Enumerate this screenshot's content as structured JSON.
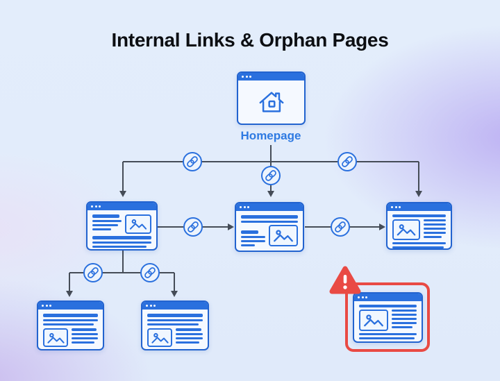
{
  "title": "Internal Links & Orphan Pages",
  "homepage": {
    "label": "Homepage"
  },
  "colors": {
    "primary_blue": "#2a70de",
    "border_blue": "#2263cf",
    "label_blue": "#2e7ae2",
    "connector_gray": "#454c57",
    "alert_red": "#e94a44",
    "background_blue": "#e3edfb",
    "background_purple": "#a68cee",
    "title_text": "#0c0e12"
  },
  "icons": {
    "home": "home-icon",
    "link": "link-icon",
    "warning": "warning-icon",
    "image_placeholder": "image-placeholder-icon",
    "window_dots": "window-dots-icon"
  },
  "diagram": {
    "nodes": [
      {
        "id": "homepage",
        "label": "Homepage",
        "type": "homepage"
      },
      {
        "id": "page-left",
        "type": "page"
      },
      {
        "id": "page-center",
        "type": "page"
      },
      {
        "id": "page-right",
        "type": "page"
      },
      {
        "id": "subpage-left",
        "type": "page"
      },
      {
        "id": "subpage-right",
        "type": "page"
      },
      {
        "id": "orphan-page",
        "type": "orphan",
        "alert": true
      }
    ],
    "links": [
      {
        "from": "homepage",
        "to": "page-left"
      },
      {
        "from": "homepage",
        "to": "page-center"
      },
      {
        "from": "homepage",
        "to": "page-right"
      },
      {
        "from": "page-left",
        "to": "page-center"
      },
      {
        "from": "page-center",
        "to": "page-right"
      },
      {
        "from": "page-left",
        "to": "subpage-left"
      },
      {
        "from": "page-left",
        "to": "subpage-right"
      }
    ]
  }
}
